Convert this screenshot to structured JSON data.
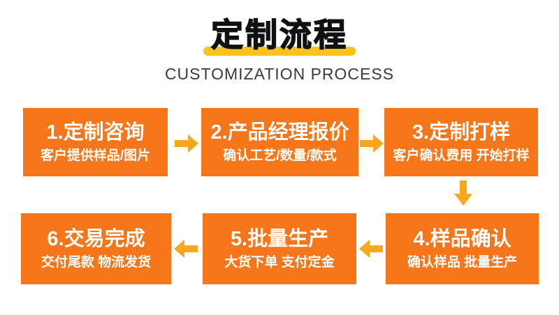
{
  "header": {
    "title": "定制流程",
    "subtitle": "CUSTOMIZATION PROCESS"
  },
  "steps": [
    {
      "title": "1.定制咨询",
      "subtitle": "客户提供样品/图片"
    },
    {
      "title": "2.产品经理报价",
      "subtitle": "确认工艺/数量/款式"
    },
    {
      "title": "3.定制打样",
      "subtitle": "客户确认费用 开始打样"
    },
    {
      "title": "4.样品确认",
      "subtitle": "确认样品 批量生产"
    },
    {
      "title": "5.批量生产",
      "subtitle": "大货下单 支付定金"
    },
    {
      "title": "6.交易完成",
      "subtitle": "交付尾款 物流发货"
    }
  ],
  "icons": {
    "arrow_right": "right-arrow",
    "arrow_left": "left-arrow",
    "arrow_down": "down-arrow"
  },
  "colors": {
    "box_orange": "#F7761A",
    "arrow_gold": "#F8A81E",
    "underline_yellow": "#FBC21E",
    "title_black": "#111111",
    "subtitle_gray": "#3A3A3A",
    "box_text": "#FFFFFF",
    "page_bg": "#FFFFFF"
  }
}
